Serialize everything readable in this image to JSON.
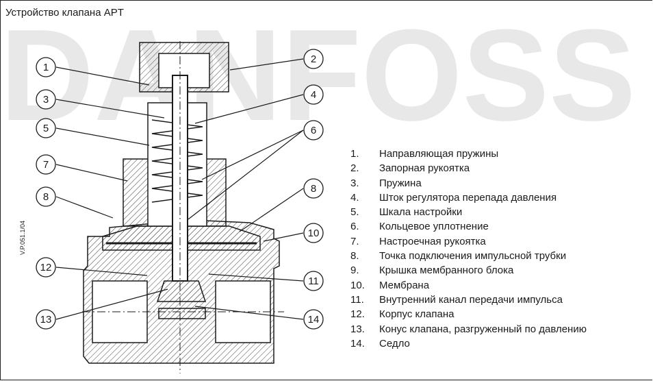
{
  "title": "Устройство клапана APT",
  "watermark": "DANFOSS",
  "drawing_code": "V.P.051.1/04",
  "callouts": [
    "1",
    "2",
    "3",
    "4",
    "5",
    "6",
    "7",
    "8",
    "8",
    "10",
    "11",
    "12",
    "13",
    "14"
  ],
  "legend": [
    {
      "num": "1.",
      "text": "Направляющая пружины"
    },
    {
      "num": "2.",
      "text": "Запорная рукоятка"
    },
    {
      "num": "3.",
      "text": "Пружина"
    },
    {
      "num": "4.",
      "text": "Шток регулятора перепада давления"
    },
    {
      "num": "5.",
      "text": "Шкала настройки"
    },
    {
      "num": "6.",
      "text": "Кольцевое уплотнение"
    },
    {
      "num": "7.",
      "text": "Настроечная рукоятка"
    },
    {
      "num": "8.",
      "text": "Точка подключения импульсной трубки"
    },
    {
      "num": "9.",
      "text": "Крышка мембранного блока"
    },
    {
      "num": "10.",
      "text": "Мембрана"
    },
    {
      "num": "11.",
      "text": "Внутренний канал передачи импульса"
    },
    {
      "num": "12.",
      "text": "Корпус клапана"
    },
    {
      "num": "13.",
      "text": "Конус клапана, разгруженный по давлению"
    },
    {
      "num": "14.",
      "text": "Седло"
    }
  ],
  "colors": {
    "line": "#1a1a1a",
    "hatch": "#444444",
    "watermark": "#e6e6e6"
  }
}
